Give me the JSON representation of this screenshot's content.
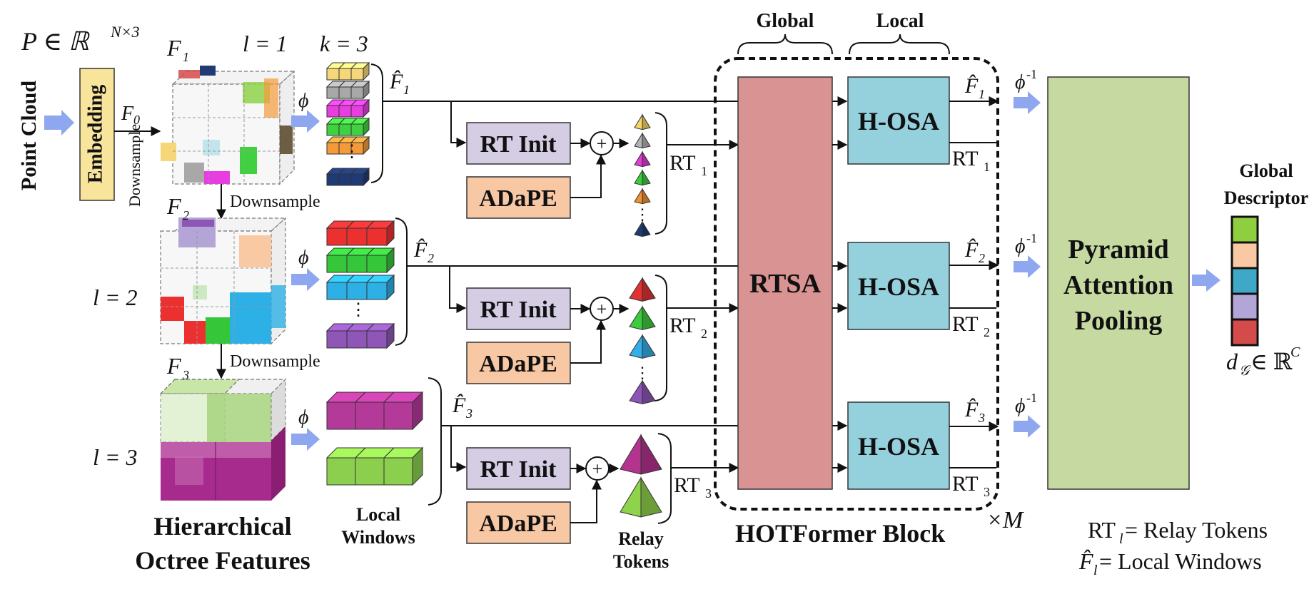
{
  "input": {
    "formula_P": "P ∈ ℝ",
    "formula_P_sup": "N×3",
    "point_cloud": "Point Cloud",
    "embedding": "Embedding",
    "f0": "F",
    "f0_sub": "0",
    "downsample": "Downsample"
  },
  "levels": [
    {
      "F": "F",
      "sub": "1",
      "l_label": "l = 1",
      "k_label": "k = 3",
      "phi": "ϕ",
      "fhat": "F̂",
      "rt": "RT",
      "rt_init": "RT Init",
      "adape": "ADaPE"
    },
    {
      "F": "F",
      "sub": "2",
      "l_label": "l = 2",
      "phi": "ϕ",
      "fhat": "F̂",
      "rt": "RT",
      "rt_init": "RT Init",
      "adape": "ADaPE"
    },
    {
      "F": "F",
      "sub": "3",
      "l_label": "l = 3",
      "phi": "ϕ",
      "fhat": "F̂",
      "rt": "RT",
      "rt_init": "RT Init",
      "adape": "ADaPE"
    }
  ],
  "hierarchical_line1": "Hierarchical",
  "hierarchical_line2": "Octree Features",
  "local_windows_line1": "Local",
  "local_windows_line2": "Windows",
  "relay_line1": "Relay",
  "relay_line2": "Tokens",
  "block": {
    "global": "Global",
    "local": "Local",
    "rtsa": "RTSA",
    "hosa": "H-OSA",
    "title": "HOTFormer Block",
    "repeat": "×M",
    "phi_inv": "ϕ",
    "phi_inv_sup": "-1"
  },
  "pooling": {
    "line1": "Pyramid",
    "line2": "Attention",
    "line3": "Pooling"
  },
  "descriptor": {
    "line1": "Global",
    "line2": "Descriptor",
    "formula": "d",
    "formula_sub": "𝒢",
    "formula_rest": " ∈ ℝ",
    "formula_sup": "C",
    "colors": [
      "#8fce3f",
      "#f9c9a3",
      "#3fa8c6",
      "#b3a5d6",
      "#d44b4b"
    ]
  },
  "legend": {
    "rt": "RT",
    "rt_sub": "l",
    "rt_text": " = Relay Tokens",
    "f": "F̂",
    "f_sub": "l",
    "f_text": " = Local Windows"
  },
  "colors": {
    "embedding": "#f8e49b",
    "rt_init": "#d5cde4",
    "adape": "#f8c8a5",
    "rtsa": "#d99393",
    "hosa": "#95d0dd",
    "pooling": "#c5d9a1",
    "arrow": "#8fa7ee"
  },
  "level1_cube_colors": [
    "#f5d77a",
    "#a8a8a8",
    "#e83ee0",
    "#3fd13f",
    "#f59a3a",
    "#1f3a75"
  ],
  "level2_cube_colors": [
    "#ec3030",
    "#35c63a",
    "#2cb0e6",
    "#8f56b8"
  ],
  "level3_cube_colors": [
    "#b43a9a",
    "#8ccf4e"
  ],
  "level1_tokens": [
    "#f6d566",
    "#b3b3b3",
    "#e43ad6",
    "#3bcf3b",
    "#f39030",
    "#1e3a6e"
  ],
  "level2_tokens": [
    "#e23131",
    "#3ccb3c",
    "#33aee6",
    "#8d55b6"
  ],
  "level3_tokens": [
    "#b4338f",
    "#8fd24b"
  ]
}
